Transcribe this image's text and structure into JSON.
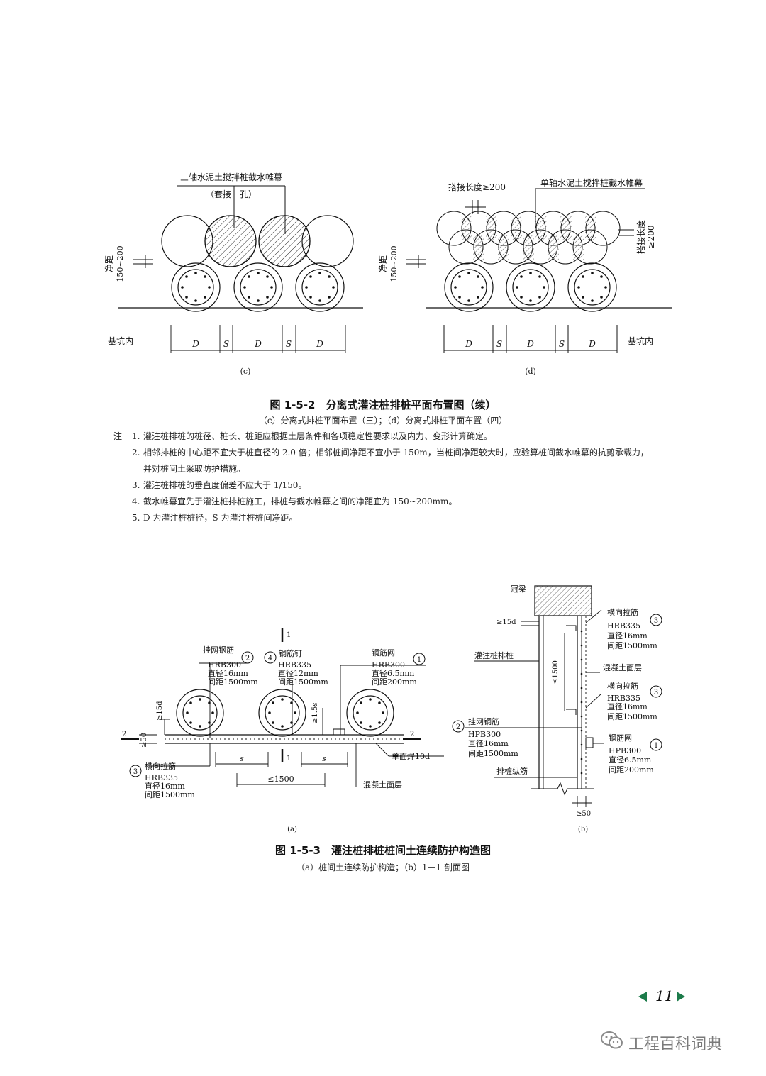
{
  "fig152": {
    "c": {
      "callout1": "三轴水泥土搅拌桩截水帷幕",
      "callout2": "（套接一孔）",
      "clear_label": "净距",
      "clear_value": "150~200",
      "pit_label": "基坑内",
      "dims": [
        "D",
        "S",
        "D",
        "S",
        "D"
      ],
      "caption": "(c)"
    },
    "d": {
      "overlap_top": "搭接长度≥200",
      "callout": "单轴水泥土搅拌桩截水帷幕",
      "overlap_side_1": "搭接长度",
      "overlap_side_2": "≥200",
      "clear_label": "净距",
      "clear_value": "150~200",
      "pit_label": "基坑内",
      "dims": [
        "D",
        "S",
        "D",
        "S",
        "D"
      ],
      "caption": "(d)"
    },
    "title": "图 1-5-2　分离式灌注桩排桩平面布置图（续）",
    "subtitle": "（c）分离式排桩平面布置（三）；（d）分离式排桩平面布置（四）"
  },
  "notes": {
    "label": "注",
    "items": [
      {
        "num": "1.",
        "text": "灌注桩排桩的桩径、桩长、桩距应根据土层条件和各项稳定性要求以及内力、变形计算确定。"
      },
      {
        "num": "2.",
        "text": "相邻排桩的中心距不宜大于桩直径的 2.0 倍；相邻桩间净距不宜小于 150m，当桩间净距较大时，应验算桩间截水帷幕的抗剪承载力，"
      },
      {
        "num": "",
        "text": "并对桩间土采取防护措施。"
      },
      {
        "num": "3.",
        "text": "灌注桩排桩的垂直度偏差不应大于 1/150。"
      },
      {
        "num": "4.",
        "text": "截水帷幕宜先于灌注桩排桩施工，排桩与截水帷幕之间的净距宜为 150~200mm。"
      },
      {
        "num": "5.",
        "text": "D 为灌注桩桩径，S 为灌注桩桩间净距。"
      }
    ]
  },
  "fig153": {
    "a": {
      "sec_top": "1",
      "sec_bottom": "1",
      "sec_left": "2",
      "sec_right": "2",
      "item2": {
        "num": "2",
        "name": "挂网钢筋",
        "grade": "HRB300",
        "dia": "直径16mm",
        "spacing": "间距1500mm"
      },
      "item4": {
        "num": "4",
        "name": "钢筋钉",
        "grade": "HRB335",
        "dia": "直径12mm",
        "spacing": "间距1500mm"
      },
      "item1": {
        "num": "1",
        "name": "钢筋网",
        "grade": "HRB300",
        "dia": "直径6.5mm",
        "spacing": "间距200mm"
      },
      "item3": {
        "num": "3",
        "name": "横向拉筋",
        "grade": "HRB335",
        "dia": "直径16mm",
        "spacing": "间距1500mm"
      },
      "dim_15d": "≥15d",
      "dim_50": "≥50",
      "dim_15s": "≥1.5s",
      "dim_s1": "s",
      "dim_s2": "s",
      "dim_1500": "≤1500",
      "weld": "单面焊10d",
      "concrete": "混凝土面层",
      "caption": "(a)"
    },
    "b": {
      "cap_beam": "冠梁",
      "dim_15d": "≥15d",
      "pile": "灌注桩排桩",
      "dim_1500": "≤1500",
      "item3a": {
        "num": "3",
        "name": "横向拉筋",
        "grade": "HRB335",
        "dia": "直径16mm",
        "spacing": "间距1500mm"
      },
      "concrete": "混凝土面层",
      "item3b": {
        "num": "3",
        "name": "横向拉筋",
        "grade": "HRB335",
        "dia": "直径16mm",
        "spacing": "间距1500mm"
      },
      "item2": {
        "num": "2",
        "name": "挂网钢筋",
        "grade": "HPB300",
        "dia": "直径16mm",
        "spacing": "间距1500mm"
      },
      "item1": {
        "num": "1",
        "name": "钢筋网",
        "grade": "HPB300",
        "dia": "直径6.5mm",
        "spacing": "间距200mm"
      },
      "long_bar": "排桩纵筋",
      "dim_50": "≥50",
      "caption": "(b)"
    },
    "title": "图 1-5-3　灌注桩排桩桩间土连续防护构造图",
    "subtitle": "（a）桩间土连续防护构造；（b）1—1 剖面图"
  },
  "page": {
    "number": "11"
  },
  "watermark": {
    "text": "工程百科词典",
    "icon": "wechat-icon"
  }
}
